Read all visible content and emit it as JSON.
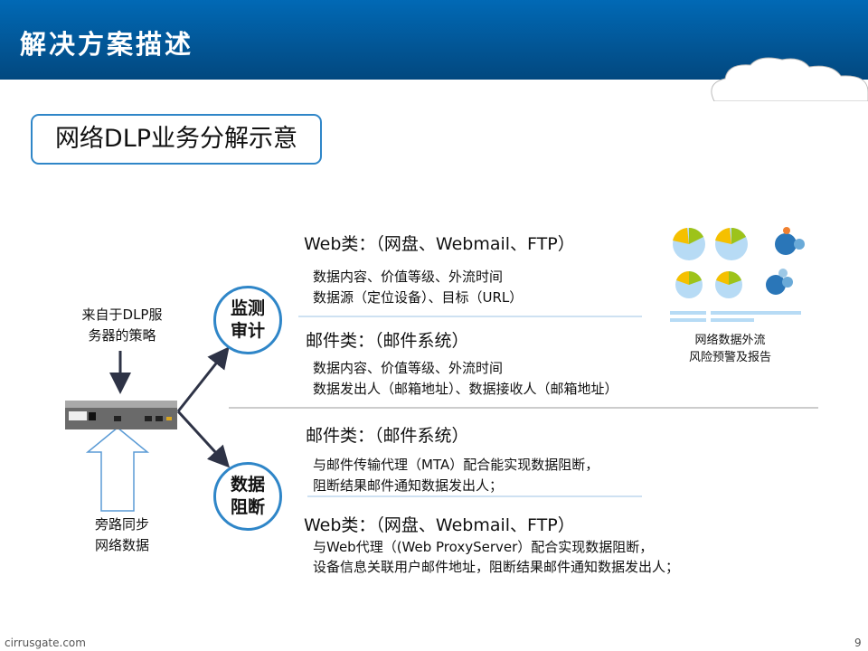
{
  "header": {
    "title": "解决方案描述"
  },
  "subtitle": "网络DLP业务分解示意",
  "left": {
    "policy": [
      "来自于DLP服",
      "务器的策略"
    ],
    "bypass": [
      "旁路同步",
      "网络数据"
    ]
  },
  "nodes": {
    "monitor": [
      "监测",
      "审计"
    ],
    "block": [
      "数据",
      "阻断"
    ]
  },
  "monitor": {
    "web_title": "Web类：（网盘、Webmail、FTP）",
    "web_lines": [
      "数据内容、价值等级、外流时间",
      "数据源（定位设备）、目标（URL）"
    ],
    "mail_title": "邮件类：（邮件系统）",
    "mail_lines": [
      "数据内容、价值等级、外流时间",
      "数据发出人（邮箱地址）、数据接收人（邮箱地址）"
    ]
  },
  "block": {
    "mail_title": "邮件类：（邮件系统）",
    "mail_lines": [
      "与邮件传输代理（MTA）配合能实现数据阻断，",
      "阻断结果邮件通知数据发出人；"
    ],
    "web_title": "Web类：（网盘、Webmail、FTP）",
    "web_lines": [
      "与Web代理（(Web ProxyServer）配合实现数据阻断，",
      "设备信息关联用户邮件地址，阻断结果邮件通知数据发出人；"
    ]
  },
  "report": {
    "caption": [
      "网络数据外流",
      "风险预警及报告"
    ]
  },
  "footer": {
    "site": "cirrusgate.com",
    "page": "9"
  },
  "colors": {
    "header": "#02599c",
    "accent": "#2f86c8",
    "arrow": "#2e3346"
  }
}
